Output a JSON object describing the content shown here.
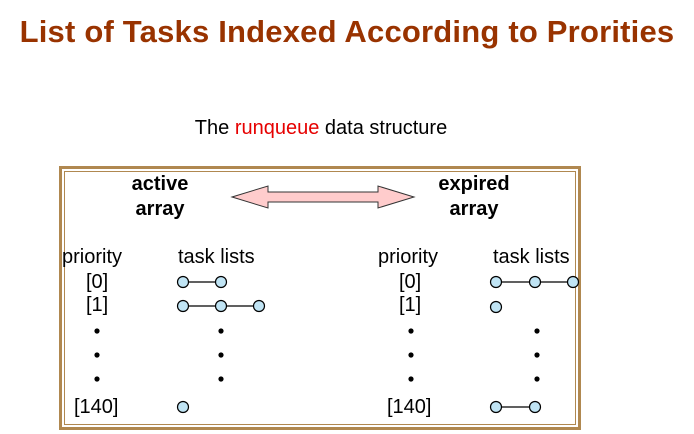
{
  "title": "List of Tasks Indexed According to Prorities",
  "subtitle": {
    "prefix": "The ",
    "highlight": "runqueue",
    "suffix": " data structure"
  },
  "active": {
    "line1": "active",
    "line2": "array"
  },
  "expired": {
    "line1": "expired",
    "line2": "array"
  },
  "columns": {
    "priority": "priority",
    "task_lists": "task lists"
  },
  "rows": {
    "p0": "[0]",
    "p1": "[1]",
    "p140": "[140]"
  },
  "colors": {
    "title": "#993300",
    "highlight": "#e60000",
    "arrow_fill": "#ffcccc",
    "node_fill": "#c0e4f4",
    "frame": "#b08850"
  }
}
